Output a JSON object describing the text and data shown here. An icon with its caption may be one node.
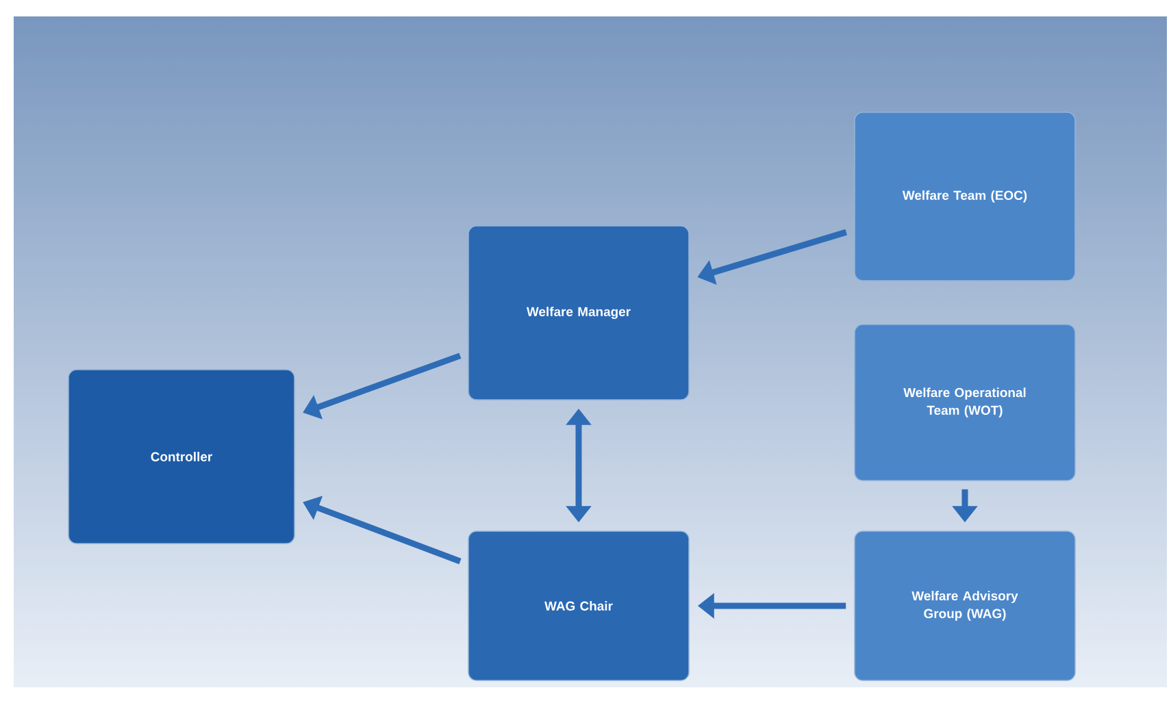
{
  "diagram": {
    "nodes": [
      {
        "text": [
          "Controller"
        ]
      },
      {
        "text": [
          "Welfare Manager"
        ]
      },
      {
        "text": [
          "WAG Chair"
        ]
      },
      {
        "text": [
          "Welfare Team (EOC)"
        ]
      },
      {
        "text": [
          "Welfare Operational Team (WOT)"
        ]
      },
      {
        "text": [
          "Welfare Advisory Group (WAG)"
        ]
      }
    ],
    "edges": [
      {
        "from": 1,
        "to": 0,
        "arrow": "to"
      },
      {
        "from": 2,
        "to": 0,
        "arrow": "to"
      },
      {
        "from": 1,
        "to": 2,
        "arrow": "both"
      },
      {
        "from": 3,
        "to": 1,
        "arrow": "to"
      },
      {
        "from": 4,
        "to": 5,
        "arrow": "to"
      },
      {
        "from": 5,
        "to": 2,
        "arrow": "to"
      }
    ]
  }
}
